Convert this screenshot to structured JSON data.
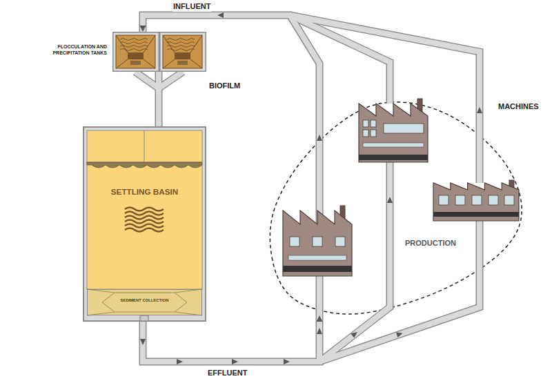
{
  "diagram": {
    "nodes": [
      {
        "text": [
          "FLOCCULATION AND PRECIPITATION TANKS",
          "BIOFILM"
        ]
      },
      {
        "text": [
          "SETTLING BASIN"
        ]
      },
      {
        "text": [
          "SEDIMENT COLLECTION"
        ],
        "in": 1
      },
      {
        "text": [
          "PRODUCTION"
        ]
      }
    ],
    "edges": [
      {
        "from": 0,
        "to": 1,
        "arrow": "none"
      },
      {
        "from": 1,
        "to": 3,
        "label": "EFFLUENT",
        "arrow": "to"
      },
      {
        "from": 3,
        "to": 0,
        "label": "INFLUENT",
        "arrow": "to"
      }
    ],
    "labels": [
      "MACHINES"
    ]
  }
}
